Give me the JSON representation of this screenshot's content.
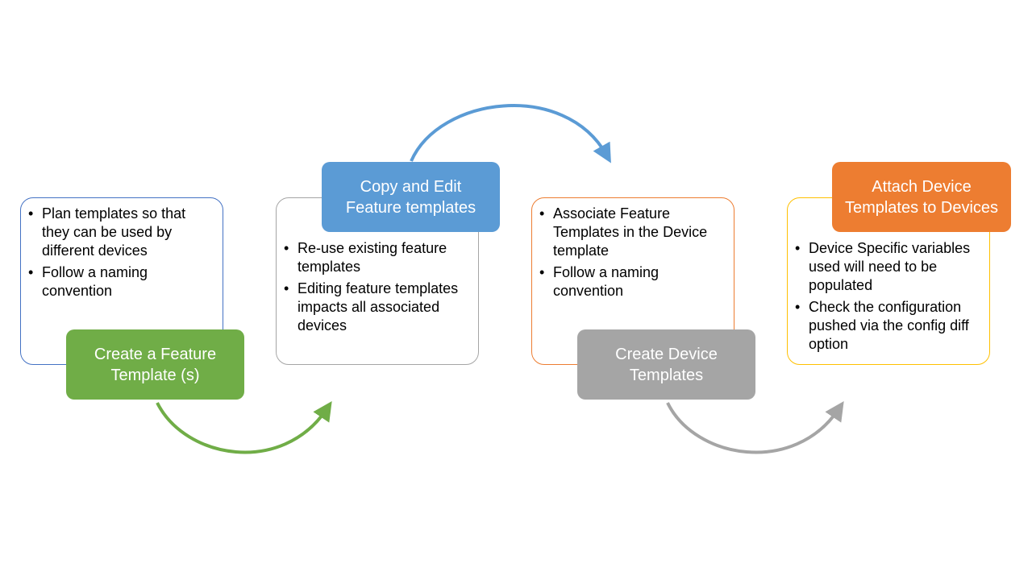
{
  "steps": [
    {
      "title": "Create a Feature\nTemplate (s)",
      "color": "#70ad47",
      "bullets": [
        "Plan templates so that they can be used by different devices",
        "Follow a naming convention"
      ]
    },
    {
      "title": "Copy and Edit\nFeature templates",
      "color": "#5b9bd5",
      "bullets": [
        "Re-use existing feature templates",
        "Editing feature templates impacts all associated devices"
      ]
    },
    {
      "title": "Create Device\nTemplates",
      "color": "#a5a5a5",
      "bullets": [
        "Associate Feature Templates in the Device template",
        "Follow a naming convention"
      ]
    },
    {
      "title": "Attach Device\nTemplates to Devices",
      "color": "#ed7d31",
      "bullets": [
        "Device Specific variables used will need to be populated",
        "Check the configuration pushed via the config diff option"
      ]
    }
  ],
  "panel_border_colors": [
    "#4472c4",
    "#a5a5a5",
    "#ed7d31",
    "#ffc000"
  ]
}
